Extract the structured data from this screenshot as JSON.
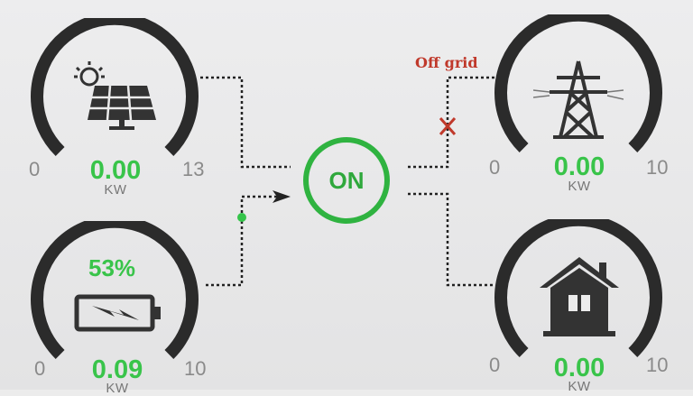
{
  "solar": {
    "value": "0.00",
    "unit": "KW",
    "min": "0",
    "max": "13",
    "icon": "solar-panel-icon"
  },
  "battery": {
    "value": "0.09",
    "unit": "KW",
    "min": "0",
    "max": "10",
    "percent": "53%",
    "icon": "battery-charging-icon"
  },
  "grid": {
    "value": "0.00",
    "unit": "KW",
    "min": "0",
    "max": "10",
    "status": "Off grid",
    "icon": "transmission-tower-icon"
  },
  "load": {
    "value": "0.00",
    "unit": "KW",
    "min": "0",
    "max": "10",
    "icon": "house-icon"
  },
  "inverter": {
    "label": "ON"
  },
  "colors": {
    "accent_green": "#2fb340",
    "off_grid_red": "#c0392b",
    "gauge_dark": "#2b2b2b"
  }
}
